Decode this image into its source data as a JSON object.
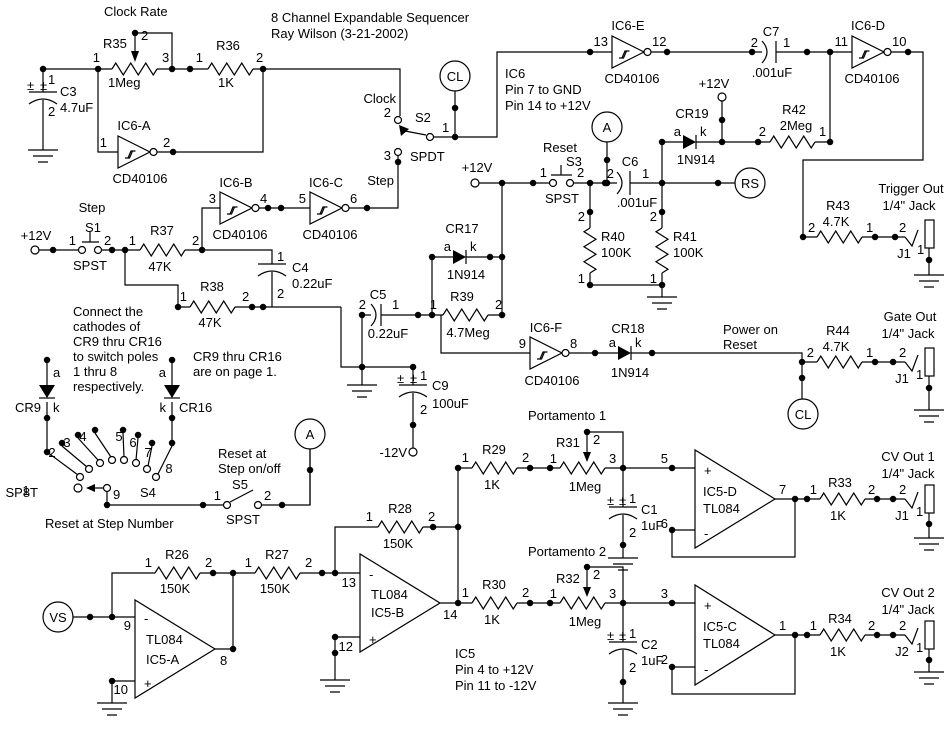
{
  "title": {
    "line1": "8 Channel Expandable Sequencer",
    "line2": "Ray Wilson (3-21-2002)"
  },
  "pins": {
    "p1": "1",
    "p2": "2",
    "p3": "3",
    "p4": "4",
    "p5": "5",
    "p6": "6",
    "p7": "7",
    "p8": "8",
    "p9": "9",
    "p10": "10",
    "p11": "11",
    "p12": "12",
    "p13": "13",
    "p14": "14"
  },
  "power": {
    "p12v": "+12V",
    "n12v": "-12V"
  },
  "parts": {
    "inverter": "CD40106",
    "opamp": "TL084",
    "diode": "1N914"
  },
  "diode_pins": {
    "a": "a",
    "k": "k"
  },
  "opamp_signs": {
    "plus": "+",
    "minus": "-"
  },
  "cap_polarity": "±",
  "connectors": {
    "cl": "CL",
    "a": "A",
    "rs": "RS",
    "vs": "VS"
  },
  "gates": {
    "a": "IC6-A",
    "b": "IC6-B",
    "c": "IC6-C",
    "d": "IC6-D",
    "e": "IC6-E",
    "f": "IC6-F"
  },
  "opamps": {
    "a": "IC5-A",
    "b": "IC5-B",
    "c": "IC5-C",
    "d": "IC5-D"
  },
  "resistors": {
    "r26": {
      "ref": "R26",
      "value": "150K"
    },
    "r27": {
      "ref": "R27",
      "value": "150K"
    },
    "r28": {
      "ref": "R28",
      "value": "150K"
    },
    "r29": {
      "ref": "R29",
      "value": "1K"
    },
    "r30": {
      "ref": "R30",
      "value": "1K"
    },
    "r33": {
      "ref": "R33",
      "value": "1K"
    },
    "r34": {
      "ref": "R34",
      "value": "1K"
    },
    "r36": {
      "ref": "R36",
      "value": "1K"
    },
    "r37": {
      "ref": "R37",
      "value": "47K"
    },
    "r38": {
      "ref": "R38",
      "value": "47K"
    },
    "r39": {
      "ref": "R39",
      "value": "4.7Meg"
    },
    "r40": {
      "ref": "R40",
      "value": "100K"
    },
    "r41": {
      "ref": "R41",
      "value": "100K"
    },
    "r42": {
      "ref": "R42",
      "value": "2Meg"
    },
    "r43": {
      "ref": "R43",
      "value": "4.7K"
    },
    "r44": {
      "ref": "R44",
      "value": "4.7K"
    }
  },
  "pots": {
    "r35": {
      "ref": "R35",
      "value": "1Meg",
      "label": "Clock Rate"
    },
    "r31": {
      "ref": "R31",
      "value": "1Meg",
      "label": "Portamento 1"
    },
    "r32": {
      "ref": "R32",
      "value": "1Meg",
      "label": "Portamento 2"
    }
  },
  "caps": {
    "c1": {
      "ref": "C1",
      "value": "1uF"
    },
    "c2": {
      "ref": "C2",
      "value": "1uF"
    },
    "c3": {
      "ref": "C3",
      "value": "4.7uF"
    },
    "c4": {
      "ref": "C4",
      "value": "0.22uF"
    },
    "c5": {
      "ref": "C5",
      "value": "0.22uF"
    },
    "c6": {
      "ref": "C6",
      "value": ".001uF"
    },
    "c7": {
      "ref": "C7",
      "value": ".001uF"
    },
    "c9": {
      "ref": "C9",
      "value": "100uF"
    }
  },
  "diodes": {
    "cr9": "CR9",
    "cr16": "CR16",
    "cr17": "CR17",
    "cr18": "CR18",
    "cr19": "CR19"
  },
  "switches": {
    "s1": {
      "ref": "S1",
      "type": "SPST",
      "label": "Step"
    },
    "s2": {
      "ref": "S2",
      "type": "SPDT",
      "label": "Clock",
      "throw_label": "Step"
    },
    "s3": {
      "ref": "S3",
      "type": "SPST",
      "label": "Reset"
    },
    "s4": {
      "ref": "S4",
      "type": "SP8T",
      "label": "Reset at Step Number"
    },
    "s5": {
      "ref": "S5",
      "type": "SPST",
      "label_line1": "Reset at",
      "label_line2": "Step on/off"
    }
  },
  "jacks": {
    "trigger": {
      "label": "Trigger Out",
      "sub": "1/4\" Jack",
      "ref": "J1"
    },
    "gate": {
      "label": "Gate Out",
      "sub": "1/4\" Jack",
      "ref": "J1"
    },
    "cv1": {
      "label": "CV Out 1",
      "sub": "1/4\" Jack",
      "ref": "J1"
    },
    "cv2": {
      "label": "CV Out 2",
      "sub": "1/4\" Jack",
      "ref": "J2"
    }
  },
  "notes": {
    "ic6": [
      "IC6",
      "Pin 7 to GND",
      "Pin 14 to +12V"
    ],
    "ic5": [
      "IC5",
      "Pin 4 to +12V",
      "Pin 11 to -12V"
    ],
    "cathodes": [
      "Connect the",
      "cathodes of",
      "CR9 thru CR16",
      "to switch poles",
      "1 thru 8",
      "respectively."
    ],
    "page1": [
      "CR9 thru CR16",
      "are on page 1."
    ],
    "power_on_reset": [
      "Power on",
      "Reset"
    ]
  }
}
